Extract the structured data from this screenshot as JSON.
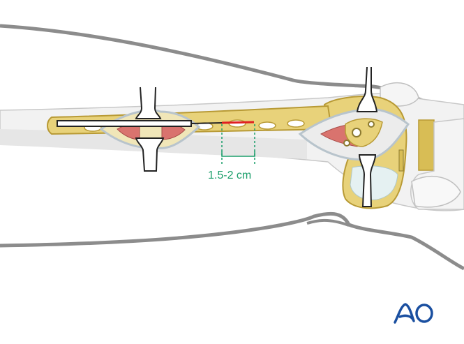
{
  "figure": {
    "type": "surgical-illustration",
    "subject": "Femur plate fixation with guide wire insertion through minimally invasive incisions",
    "measurement": {
      "label": "1.5-2 cm",
      "color": "#1a9e6a"
    },
    "colors": {
      "skin_outline": "#8c8c8c",
      "bone": "#f2f2f2",
      "plate": "#e8d27a",
      "plate_outline": "#b89a35",
      "muscle": "#d9736e",
      "wire_tip": "#e02020",
      "retractor": "#222222",
      "logo": "#1a4fa0"
    },
    "elements": [
      {
        "name": "leg-outline"
      },
      {
        "name": "femur-bone"
      },
      {
        "name": "locking-plate"
      },
      {
        "name": "proximal-incision"
      },
      {
        "name": "distal-incision"
      },
      {
        "name": "retractor-proximal-top"
      },
      {
        "name": "retractor-proximal-bottom"
      },
      {
        "name": "retractor-distal-top"
      },
      {
        "name": "retractor-distal-bottom"
      },
      {
        "name": "guide-wire"
      },
      {
        "name": "knee-joint"
      }
    ]
  },
  "logo": {
    "text": "AO",
    "color": "#1a4fa0"
  }
}
